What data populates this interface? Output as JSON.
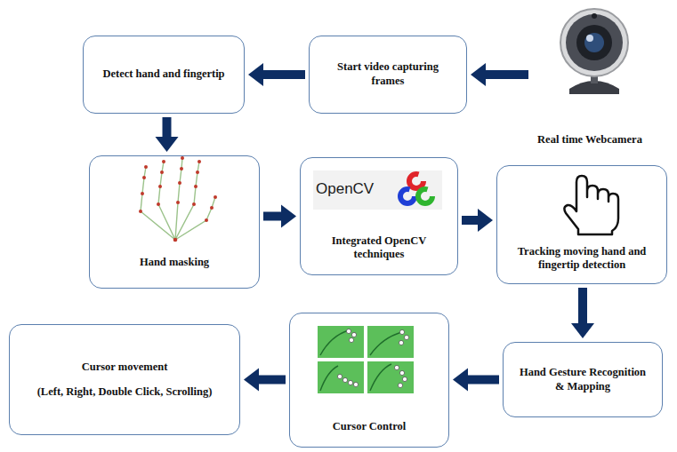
{
  "diagram": {
    "nodes": [
      {
        "text": [
          "Real time Webcamera"
        ]
      },
      {
        "text": [
          "Start video capturing frames"
        ]
      },
      {
        "text": [
          "Detect hand and fingertip"
        ]
      },
      {
        "text": [
          "Hand masking"
        ]
      },
      {
        "text": [
          "Integrated OpenCV techniques"
        ]
      },
      {
        "text": [
          "Tracking moving hand and fingertip detection"
        ]
      },
      {
        "text": [
          "Hand Gesture Recognition & Mapping"
        ]
      },
      {
        "text": [
          "Cursor Control"
        ]
      },
      {
        "text": [
          "Cursor movement",
          "(Left, Right, Double Click, Scrolling)"
        ]
      }
    ],
    "edges": [
      {
        "from": 0,
        "to": 1,
        "arrow": "to"
      },
      {
        "from": 1,
        "to": 2,
        "arrow": "to"
      },
      {
        "from": 2,
        "to": 3,
        "arrow": "to"
      },
      {
        "from": 3,
        "to": 4,
        "arrow": "to"
      },
      {
        "from": 4,
        "to": 5,
        "arrow": "to"
      },
      {
        "from": 5,
        "to": 6,
        "arrow": "to"
      },
      {
        "from": 6,
        "to": 7,
        "arrow": "to"
      },
      {
        "from": 7,
        "to": 8,
        "arrow": "to"
      }
    ],
    "labels": [
      "OpenCV"
    ]
  }
}
